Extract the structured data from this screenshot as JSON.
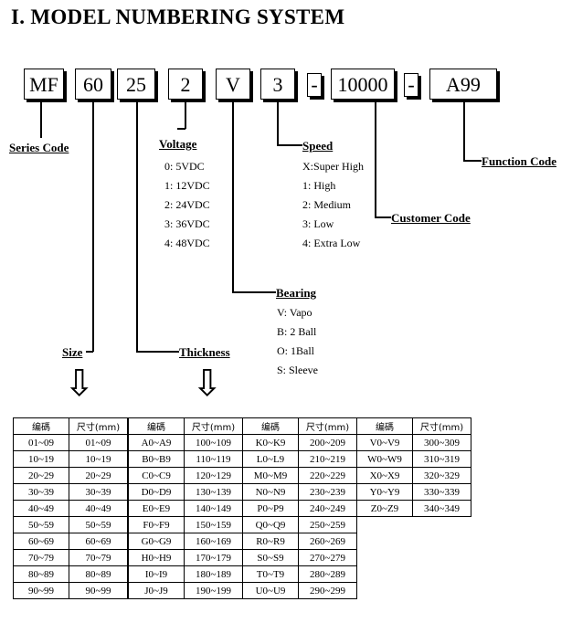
{
  "title": "I.   MODEL NUMBERING SYSTEM",
  "model": {
    "parts": [
      "MF",
      "60",
      "25",
      "2",
      "V",
      "3",
      "-",
      "10000",
      "-",
      "A99"
    ]
  },
  "labels": {
    "series_code": "Series Code",
    "voltage": "Voltage",
    "speed": "Speed",
    "function_code": "Function Code",
    "customer_code": "Customer Code",
    "bearing": "Bearing",
    "size": "Size",
    "thickness": "Thickness"
  },
  "voltage_options": [
    "0: 5VDC",
    "1: 12VDC",
    "2: 24VDC",
    "3: 36VDC",
    "4: 48VDC"
  ],
  "speed_options": [
    "X:Super High",
    "1: High",
    "2: Medium",
    "3: Low",
    "4: Extra Low"
  ],
  "bearing_options": [
    "V: Vapo",
    "B: 2 Ball",
    "O: 1Ball",
    "S: Sleeve"
  ],
  "arrows": {
    "down": "⇩"
  },
  "table": {
    "header": [
      "编碼",
      "尺寸(mm)"
    ],
    "group1": [
      [
        "01~09",
        "01~09"
      ],
      [
        "10~19",
        "10~19"
      ],
      [
        "20~29",
        "20~29"
      ],
      [
        "30~39",
        "30~39"
      ],
      [
        "40~49",
        "40~49"
      ],
      [
        "50~59",
        "50~59"
      ],
      [
        "60~69",
        "60~69"
      ],
      [
        "70~79",
        "70~79"
      ],
      [
        "80~89",
        "80~89"
      ],
      [
        "90~99",
        "90~99"
      ]
    ],
    "group2": [
      [
        "A0~A9",
        "100~109"
      ],
      [
        "B0~B9",
        "110~119"
      ],
      [
        "C0~C9",
        "120~129"
      ],
      [
        "D0~D9",
        "130~139"
      ],
      [
        "E0~E9",
        "140~149"
      ],
      [
        "F0~F9",
        "150~159"
      ],
      [
        "G0~G9",
        "160~169"
      ],
      [
        "H0~H9",
        "170~179"
      ],
      [
        "I0~I9",
        "180~189"
      ],
      [
        "J0~J9",
        "190~199"
      ]
    ],
    "group3": [
      [
        "K0~K9",
        "200~209"
      ],
      [
        "L0~L9",
        "210~219"
      ],
      [
        "M0~M9",
        "220~229"
      ],
      [
        "N0~N9",
        "230~239"
      ],
      [
        "P0~P9",
        "240~249"
      ],
      [
        "Q0~Q9",
        "250~259"
      ],
      [
        "R0~R9",
        "260~269"
      ],
      [
        "S0~S9",
        "270~279"
      ],
      [
        "T0~T9",
        "280~289"
      ],
      [
        "U0~U9",
        "290~299"
      ]
    ],
    "group4": [
      [
        "V0~V9",
        "300~309"
      ],
      [
        "W0~W9",
        "310~319"
      ],
      [
        "X0~X9",
        "320~329"
      ],
      [
        "Y0~Y9",
        "330~339"
      ],
      [
        "Z0~Z9",
        "340~349"
      ]
    ]
  }
}
